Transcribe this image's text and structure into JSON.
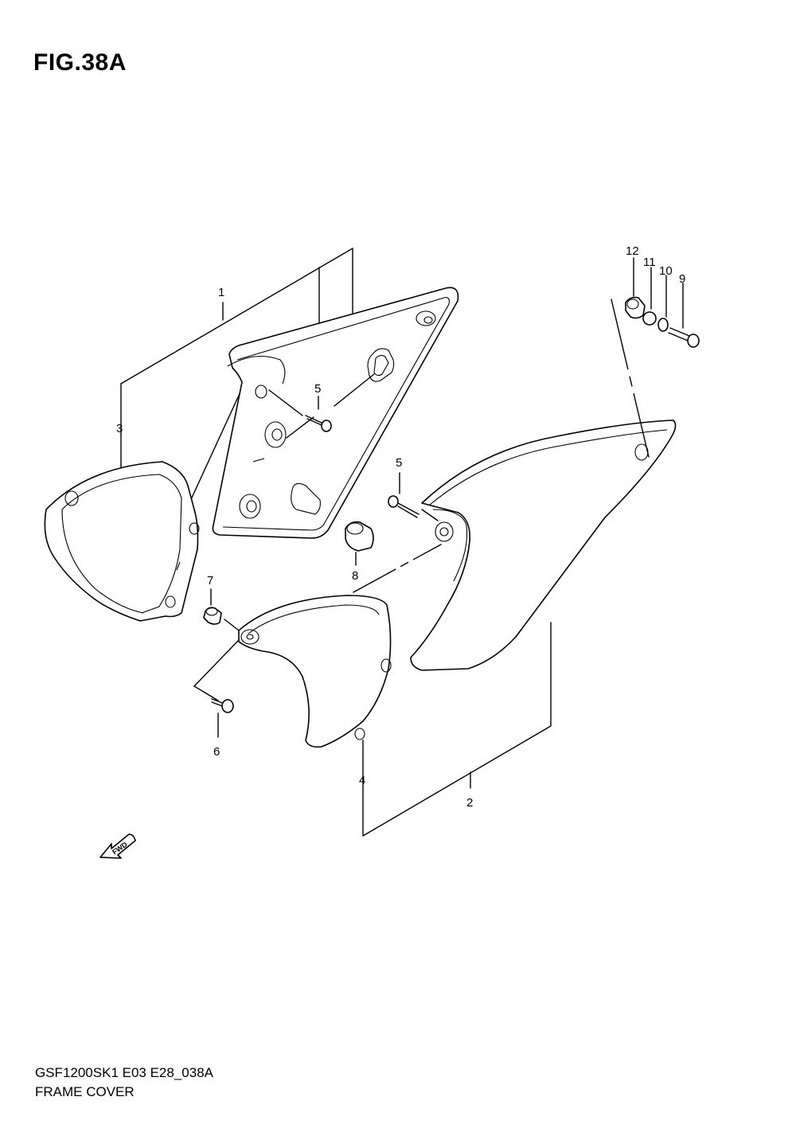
{
  "title": "FIG.38A",
  "footer": {
    "code": "GSF1200SK1 E03 E28_038A",
    "name": "FRAME COVER"
  },
  "callouts": {
    "c1": "1",
    "c2": "2",
    "c3": "3",
    "c4": "4",
    "c5a": "5",
    "c5b": "5",
    "c6": "6",
    "c7": "7",
    "c8": "8",
    "c9": "9",
    "c10": "10",
    "c11": "11",
    "c12": "12"
  },
  "fwd_label": "FWD"
}
